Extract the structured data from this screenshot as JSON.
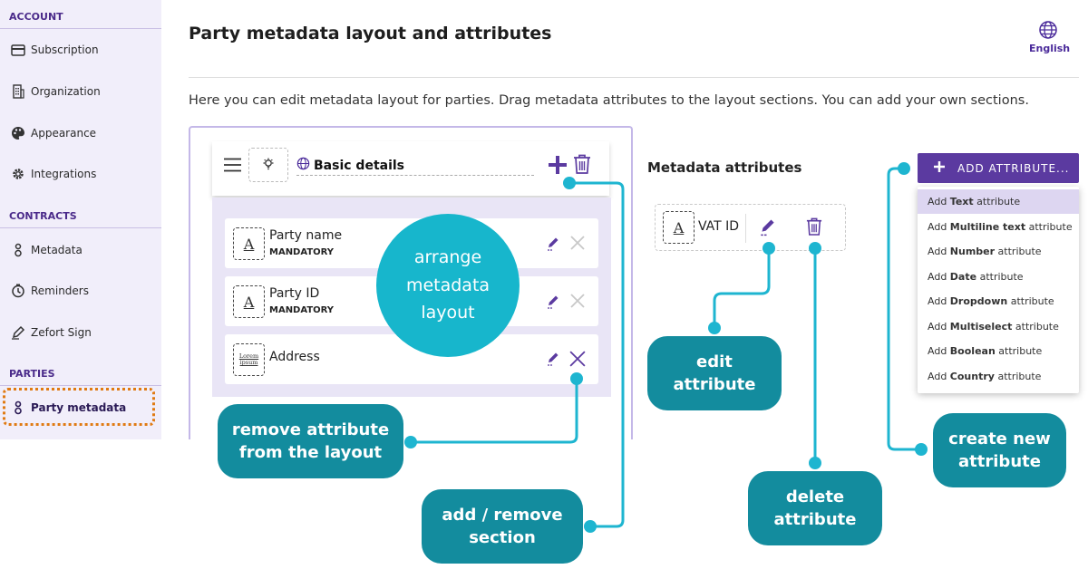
{
  "sidebar": {
    "account_header": "ACCOUNT",
    "contracts_header": "CONTRACTS",
    "parties_header": "PARTIES",
    "items": [
      {
        "label": "Subscription",
        "icon": "credit-card-icon"
      },
      {
        "label": "Organization",
        "icon": "building-icon"
      },
      {
        "label": "Appearance",
        "icon": "palette-icon"
      },
      {
        "label": "Integrations",
        "icon": "gear-icon"
      },
      {
        "label": "Metadata",
        "icon": "tag-icon"
      },
      {
        "label": "Reminders",
        "icon": "clock-icon"
      },
      {
        "label": "Zefort Sign",
        "icon": "pen-icon"
      },
      {
        "label": "Party metadata",
        "icon": "tag-icon"
      }
    ]
  },
  "header": {
    "title": "Party metadata layout and attributes",
    "language": "English",
    "description": "Here you can edit metadata layout for parties. Drag metadata attributes to the layout sections. You can add your own sections."
  },
  "layout": {
    "section_name": "Basic details",
    "attributes": [
      {
        "name": "Party name",
        "tag": "MANDATORY",
        "icon_text": "A"
      },
      {
        "name": "Party ID",
        "tag": "MANDATORY",
        "icon_text": "A"
      },
      {
        "name": "Address",
        "tag": "",
        "icon_text": "Lorem ipsum"
      }
    ]
  },
  "metadata_attributes": {
    "title": "Metadata attributes",
    "items": [
      {
        "name": "VAT ID",
        "icon_text": "A"
      }
    ]
  },
  "add_attribute": {
    "button_label": "ADD ATTRIBUTE...",
    "menu": [
      {
        "prefix": "Add ",
        "bold": "Text",
        "suffix": " attribute"
      },
      {
        "prefix": "Add ",
        "bold": "Multiline text",
        "suffix": " attribute"
      },
      {
        "prefix": "Add ",
        "bold": "Number",
        "suffix": " attribute"
      },
      {
        "prefix": "Add ",
        "bold": "Date",
        "suffix": " attribute"
      },
      {
        "prefix": "Add ",
        "bold": "Dropdown",
        "suffix": " attribute"
      },
      {
        "prefix": "Add ",
        "bold": "Multiselect",
        "suffix": " attribute"
      },
      {
        "prefix": "Add ",
        "bold": "Boolean",
        "suffix": " attribute"
      },
      {
        "prefix": "Add ",
        "bold": "Country",
        "suffix": " attribute"
      }
    ]
  },
  "callouts": {
    "arrange": [
      "arrange",
      "metadata",
      "layout"
    ],
    "remove_attr": [
      "remove attribute",
      "from the layout"
    ],
    "add_remove_section": [
      "add / remove",
      "section"
    ],
    "edit_attr": [
      "edit",
      "attribute"
    ],
    "delete_attr": [
      "delete",
      "attribute"
    ],
    "create_attr": [
      "create new",
      "attribute"
    ]
  },
  "colors": {
    "accent": "#5b3aa0",
    "callout": "#138c9e",
    "callout_light": "#17b6cc",
    "connector": "#1eb5d0",
    "highlight": "#e07a12"
  }
}
